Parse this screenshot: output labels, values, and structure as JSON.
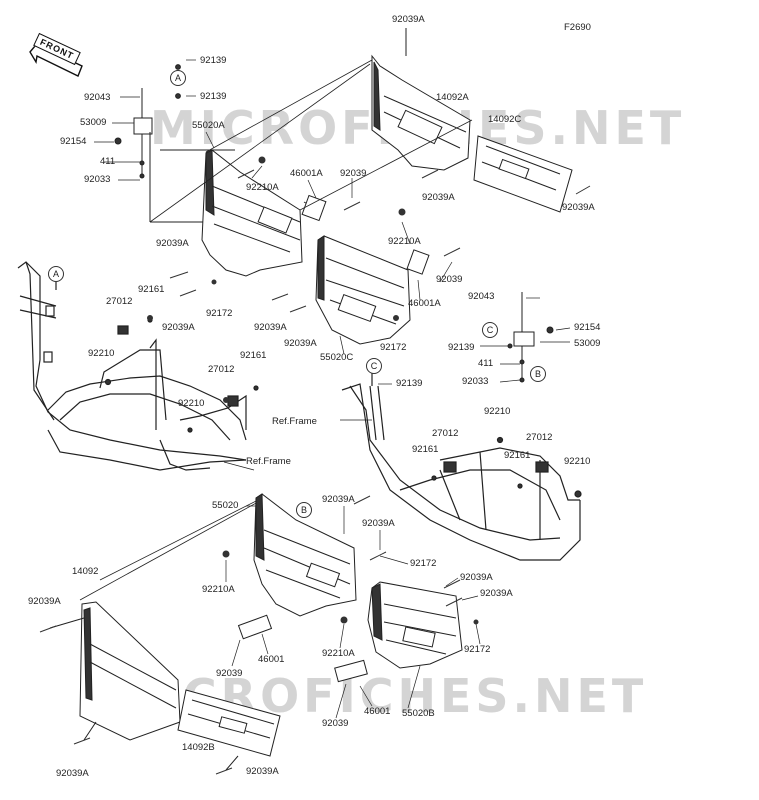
{
  "diagram_code": "F2690",
  "front_label": "FRONT",
  "watermark": "MICROFICHES.NET",
  "ref_frame": "Ref.Frame",
  "callouts": {
    "a": "A",
    "b": "B",
    "c": "C"
  },
  "parts": {
    "p92039a_top": "92039A",
    "p92139_1": "92139",
    "p92139_2": "92139",
    "p92043_l": "92043",
    "p53009_l": "53009",
    "p92154_l": "92154",
    "p411_l": "411",
    "p92033_l": "92033",
    "p55020a": "55020A",
    "p92210a_1": "92210A",
    "p46001a_1": "46001A",
    "p92039_1": "92039",
    "p14092a": "14092A",
    "p14092c": "14092C",
    "p92039a_2": "92039A",
    "p92039a_3": "92039A",
    "p92039a_4": "92039A",
    "p92161_1": "92161",
    "p27012_1": "27012",
    "p92039a_5": "92039A",
    "p92172_1": "92172",
    "p92210a_2": "92210A",
    "p92039_2": "92039",
    "p46001a_2": "46001A",
    "p92039a_6": "92039A",
    "p92039a_7": "92039A",
    "p55020c": "55020C",
    "p92172_2": "92172",
    "p92210_1": "92210",
    "p92161_2": "92161",
    "p27012_2": "27012",
    "p92210_2": "92210",
    "p92043_r": "92043",
    "p92154_r": "92154",
    "p92139_r": "92139",
    "p53009_r": "53009",
    "p411_r": "411",
    "p92033_r": "92033",
    "p92139_c": "92139",
    "p92210_3": "92210",
    "p27012_3": "27012",
    "p27012_4": "27012",
    "p92161_3": "92161",
    "p92161_4": "92161",
    "p92210_4": "92210",
    "p55020": "55020",
    "p92039a_8": "92039A",
    "p92039a_9": "92039A",
    "p92210a_3": "92210A",
    "p92172_3": "92172",
    "p92039a_10": "92039A",
    "p92039a_11": "92039A",
    "p14092": "14092",
    "p92039a_12": "92039A",
    "p92039_3": "92039",
    "p46001": "46001",
    "p92210a_4": "92210A",
    "p92172_4": "92172",
    "p92039_4": "92039",
    "p46001_2": "46001",
    "p55020b": "55020B",
    "p14092b": "14092B",
    "p92039a_13": "92039A",
    "p92039a_14": "92039A"
  }
}
